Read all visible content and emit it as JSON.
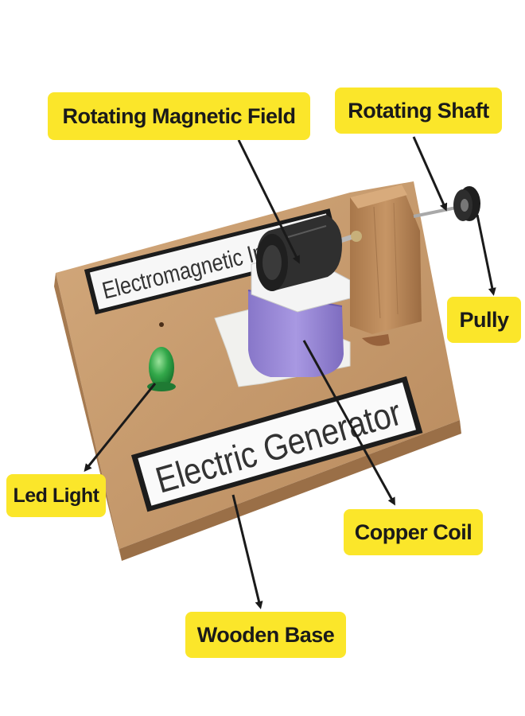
{
  "callouts": {
    "rotating_magnetic_field": "Rotating Magnetic Field",
    "rotating_shaft": "Rotating Shaft",
    "pully": "Pully",
    "led_light": "Led Light",
    "copper_coil": "Copper Coil",
    "wooden_base": "Wooden Base"
  },
  "model_labels": {
    "top_label": "Electromagnetic Induction",
    "main_label": "Electric Generator"
  },
  "colors": {
    "callout_fill": "#fbe62a",
    "wood": "#c59a6d",
    "coil": "#9b8bd6",
    "led": "#2fa84a",
    "magnet": "#2c2c2c",
    "arrow": "#1a1a1a"
  }
}
